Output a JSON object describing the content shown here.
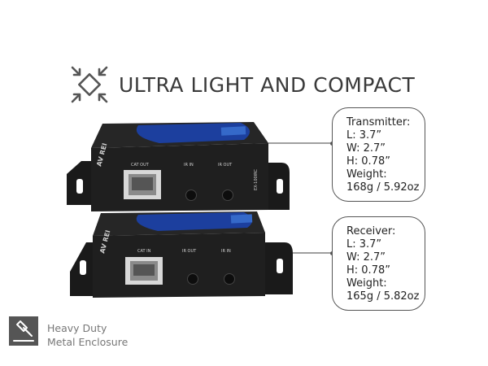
{
  "headline": {
    "text": "ULTRA LIGHT AND COMPACT",
    "icon": "compress-arrows-icon"
  },
  "device": {
    "brand": "AV REI",
    "model": "EX-100IRC",
    "transmitter_port_labels": [
      "CAT OUT",
      "IR IN",
      "IR OUT"
    ],
    "receiver_port_labels": [
      "CAT IN",
      "IR OUT",
      "IR IN"
    ],
    "body_color": "#1f1f1f",
    "accent_color": "#1c3f9e"
  },
  "transmitter": {
    "title": "Transmitter:",
    "length": "L: 3.7”",
    "width": "W: 2.7”",
    "height": "H: 0.78”",
    "weight_label": "Weight:",
    "weight_value": "168g / 5.92oz"
  },
  "receiver": {
    "title": "Receiver:",
    "length": "L: 3.7”",
    "width": "W: 2.7”",
    "height": "H: 0.78”",
    "weight_label": "Weight:",
    "weight_value": "165g / 5.82oz"
  },
  "feature": {
    "icon": "hammer-icon",
    "line1": "Heavy Duty",
    "line2": "Metal Enclosure"
  }
}
